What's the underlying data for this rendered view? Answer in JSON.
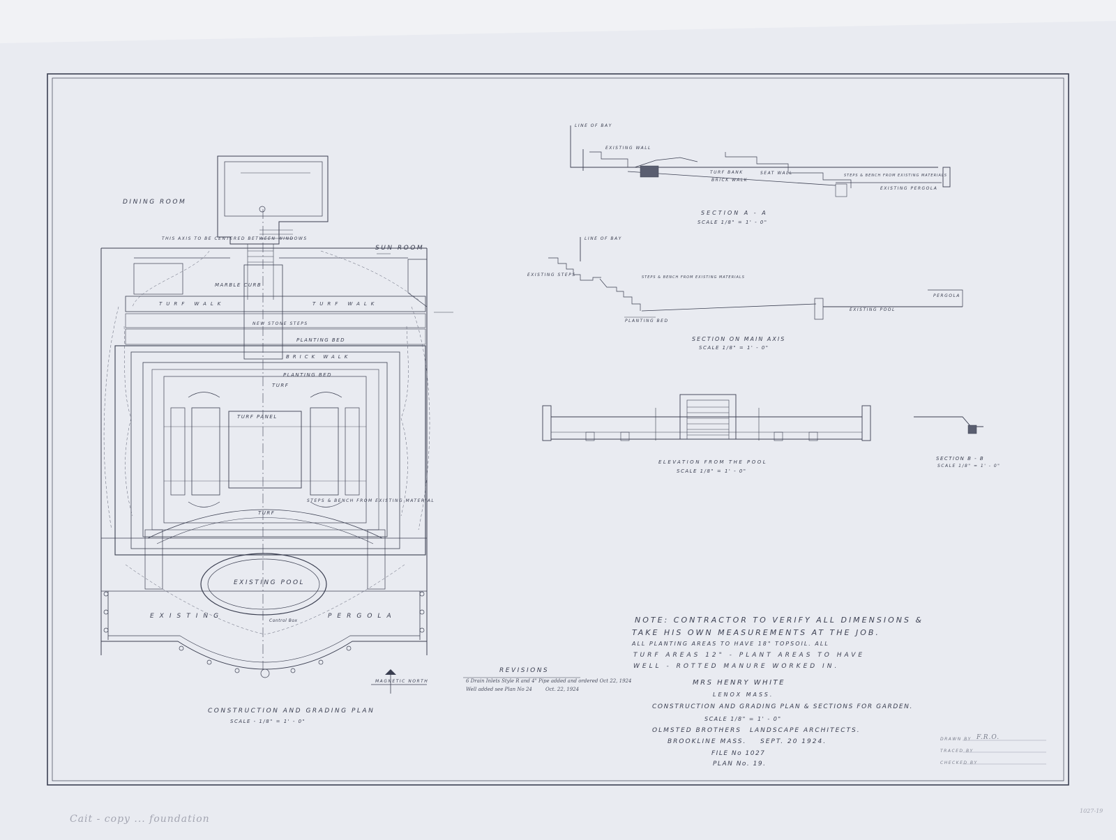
{
  "rooms": {
    "dining_room": "DINING ROOM",
    "sun_room": "SUN ROOM",
    "existing_pool": "EXISTING POOL",
    "existing": "EXISTING",
    "pergola": "PERGOLA"
  },
  "plan_labels": {
    "turf_walk": "TURF WALK",
    "brick_walk": "BRICK WALK",
    "turf": "TURF",
    "turf_panel": "TURF PANEL",
    "planting_bed": "PLANTING BED",
    "marble_curb": "MARBLE CURB",
    "planting_bed_short": "PLANTING BED",
    "nw_stone_steps": "NEW STONE STEPS",
    "steps_and_bench": "STEPS & BENCH FROM EXISTING MATERIAL",
    "axis_note": "THIS AXIS TO BE CENTERED BETWEEN WINDOWS",
    "north_arrow": "MAGNETIC NORTH",
    "control_box": "Control Box"
  },
  "plan_title": {
    "title": "CONSTRUCTION AND GRADING PLAN",
    "scale": "SCALE - 1/8\" = 1' - 0\""
  },
  "sections": {
    "aa": {
      "title": "SECTION A - A",
      "scale": "SCALE 1/8\" = 1' - 0\""
    },
    "main": {
      "title": "SECTION ON MAIN AXIS",
      "scale": "SCALE 1/8\" = 1' - 0\""
    },
    "elev": {
      "title": "ELEVATION FROM THE POOL",
      "scale": "SCALE 1/8\" = 1' - 0\""
    },
    "bb": {
      "title": "SECTION B - B",
      "scale": "SCALE 1/8\" = 1' - 0\""
    },
    "aa_labels": [
      "LINE OF BAY",
      "EXISTING WALL",
      "TURF BANK",
      "SEAT WALL",
      "BRICK WALK",
      "EXISTING PERGOLA",
      "STEPS & BENCH FROM EXISTING MATERIALS"
    ],
    "main_labels": [
      "LINE OF BAY",
      "EXISTING STEPS",
      "STEPS & BENCH FROM EXISTING MATERIALS",
      "EXISTING POOL",
      "PERGOLA",
      "PLANTING BED"
    ]
  },
  "revisions": {
    "heading": "REVISIONS",
    "line1": "6 Drain Inlets Style R and 4\" Pipe added and ordered Oct 22, 1924",
    "line2": "Well added see Plan No 24",
    "line2_date": "Oct. 22, 1924"
  },
  "note": {
    "line1": "NOTE: CONTRACTOR TO VERIFY ALL DIMENSIONS &",
    "line2": "TAKE HIS OWN MEASUREMENTS AT THE JOB.",
    "line3": "ALL PLANTING AREAS TO HAVE 18\" TOPSOIL. ALL",
    "line4": "TURF AREAS 12\" - PLANT AREAS TO HAVE",
    "line5": "WELL - ROTTED MANURE WORKED IN."
  },
  "title_block": {
    "client": "MRS HENRY WHITE",
    "location": "LENOX MASS.",
    "title": "CONSTRUCTION AND GRADING PLAN & SECTIONS FOR GARDEN.",
    "scale": "SCALE 1/8\" = 1' - 0\"",
    "firm": "OLMSTED BROTHERS",
    "firm_role": "LANDSCAPE ARCHITECTS.",
    "city": "BROOKLINE MASS.",
    "date": "SEPT. 20 1924.",
    "file_no": "FILE No 1027",
    "plan_no": "PLAN No. 19."
  },
  "credits": {
    "drawn_by": "DRAWN BY",
    "drawn_initials": "F.R.O.",
    "traced_by": "TRACED BY",
    "checked_by": "CHECKED BY"
  },
  "margin_note": "Cait - copy ... foundation",
  "corner_mark": "1027-19",
  "colors": {
    "paper": "#e9ebf1",
    "ink": "#3a3e50",
    "sheet_edge": "#d9dbe2"
  }
}
